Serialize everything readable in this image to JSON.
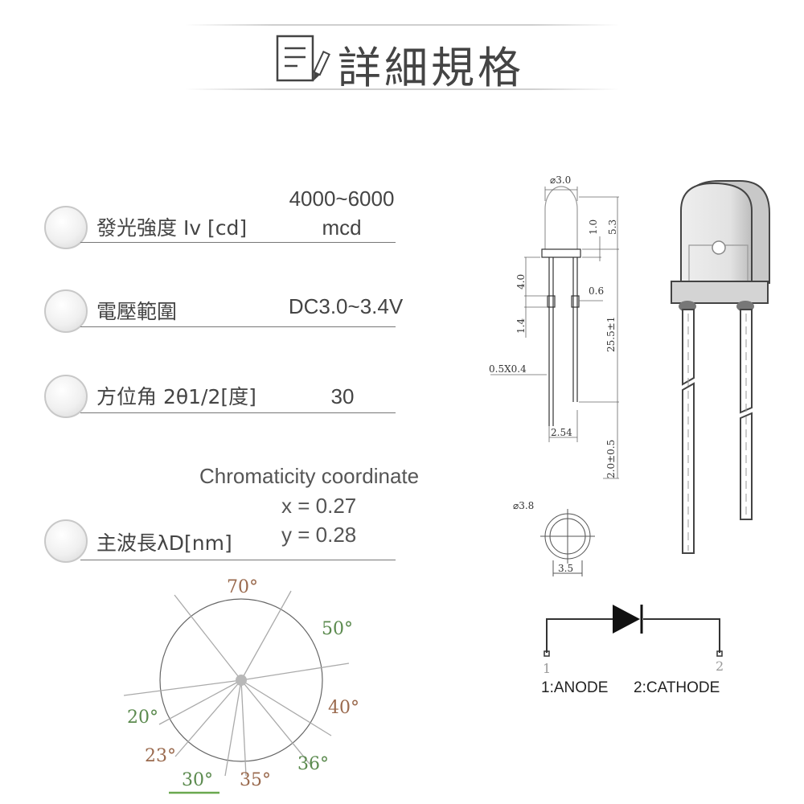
{
  "header": {
    "title": "詳細規格",
    "icon": "document-pen-icon"
  },
  "specs": [
    {
      "label": "發光強度 Iv [cd]",
      "value_line1": "4000~6000",
      "value_line2": "mcd"
    },
    {
      "label": "電壓範圍",
      "value_line1": "DC3.0~3.4V"
    },
    {
      "label": "方位角 2θ1/2[度]",
      "value_line1": "30"
    },
    {
      "label": "主波長λD[nm]"
    }
  ],
  "chromaticity": {
    "title": "Chromaticity coordinate",
    "x": "x = 0.27",
    "y": "y = 0.28"
  },
  "angle_chart": {
    "labels": [
      {
        "text": "70°",
        "color": "#9a6a4e"
      },
      {
        "text": "50°",
        "color": "#5b8a4e"
      },
      {
        "text": "40°",
        "color": "#9a6a4e"
      },
      {
        "text": "36°",
        "color": "#5b8a4e"
      },
      {
        "text": "35°",
        "color": "#9a6a4e"
      },
      {
        "text": "30°",
        "color": "#5b8a4e"
      },
      {
        "text": "23°",
        "color": "#9a6a4e"
      },
      {
        "text": "20°",
        "color": "#5b8a4e"
      }
    ],
    "highlight_color": "#6aa84f"
  },
  "dimensions": {
    "dia_top": "⌀3.0",
    "d_1_0": "1.0",
    "d_5_3": "5.3",
    "d_4_0": "4.0",
    "d_0_6": "0.6",
    "d_1_4": "1.4",
    "d_25_5": "25.5±1",
    "d_0_5x0_4": "0.5X0.4",
    "d_2_54": "2.54",
    "d_2_0": "2.0±0.5",
    "dia_base": "⌀3.8",
    "d_3_5": "3.5"
  },
  "circuit": {
    "pin1": "1",
    "pin2": "2",
    "anode_label": "1:ANODE",
    "cathode_label": "2:CATHODE"
  }
}
